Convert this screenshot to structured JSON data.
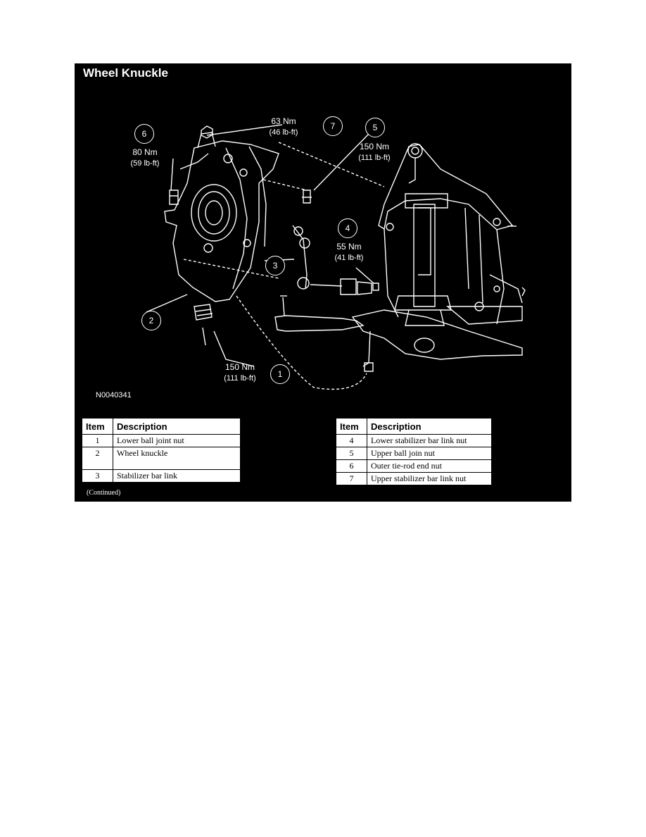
{
  "figure": {
    "title": "Wheel Knuckle",
    "figure_id": "N0040341",
    "continued": "(Continued)",
    "callouts": [
      {
        "number": "1",
        "torque": "150 Nm",
        "imperial": "(111 lb-ft)"
      },
      {
        "number": "2"
      },
      {
        "number": "3"
      },
      {
        "number": "4",
        "torque": "55 Nm",
        "imperial": "(41 lb-ft)"
      },
      {
        "number": "5",
        "torque": "150 Nm",
        "imperial": "(111 lb-ft)"
      },
      {
        "number": "6",
        "torque": "80 Nm",
        "imperial": "(59 lb-ft)"
      },
      {
        "number": "7",
        "torque": "63 Nm",
        "imperial": "(46 lb-ft)"
      }
    ]
  },
  "legend": {
    "headers": {
      "item": "Item",
      "description": "Description"
    },
    "left": [
      {
        "item": "1",
        "description": "Lower ball joint nut"
      },
      {
        "item": "2",
        "description": "Wheel knuckle"
      },
      {
        "item": "3",
        "description": "Stabilizer bar link"
      }
    ],
    "right": [
      {
        "item": "4",
        "description": "Lower stabilizer bar link nut"
      },
      {
        "item": "5",
        "description": "Upper ball join nut"
      },
      {
        "item": "6",
        "description": "Outer tie-rod end nut"
      },
      {
        "item": "7",
        "description": "Upper stabilizer bar link nut"
      }
    ]
  },
  "colors": {
    "figure_background": "#000000",
    "line_art": "#ffffff"
  }
}
